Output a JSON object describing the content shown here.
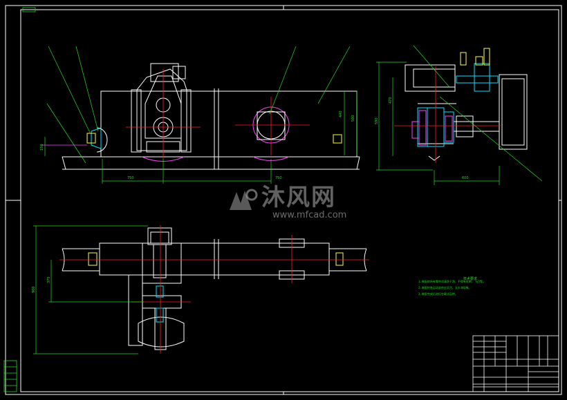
{
  "watermark": {
    "brand_cn": "沐风网",
    "url": "www.mfcad.com"
  },
  "drawing": {
    "frame_tag": "",
    "technical_requirements_title": "技术要求",
    "technical_requirements": [
      "1.装配前所有零件须清洗干净，不得有毛刺、飞边等。",
      "2.装配时各运动部件应灵活，无卡滞现象。",
      "3.装配完成后进行空载试运转。"
    ],
    "title_block": {
      "drawing_name": "",
      "drawing_number": ""
    },
    "dimensions": {
      "front_left": "750",
      "front_right": "750",
      "front_height_1": "440",
      "front_height_2": "500",
      "front_small": "150",
      "side_height_1": "470",
      "side_height_2": "590",
      "side_width": "600",
      "plan_height_1": "375",
      "plan_height_2": "900"
    },
    "colors": {
      "background": "#000000",
      "outline": "#ffffff",
      "dimension": "#22dd22",
      "centerline": "#ff2020",
      "hidden": "#00e5ff",
      "accent": "#ff40ff",
      "yellow": "#ffff40"
    }
  }
}
